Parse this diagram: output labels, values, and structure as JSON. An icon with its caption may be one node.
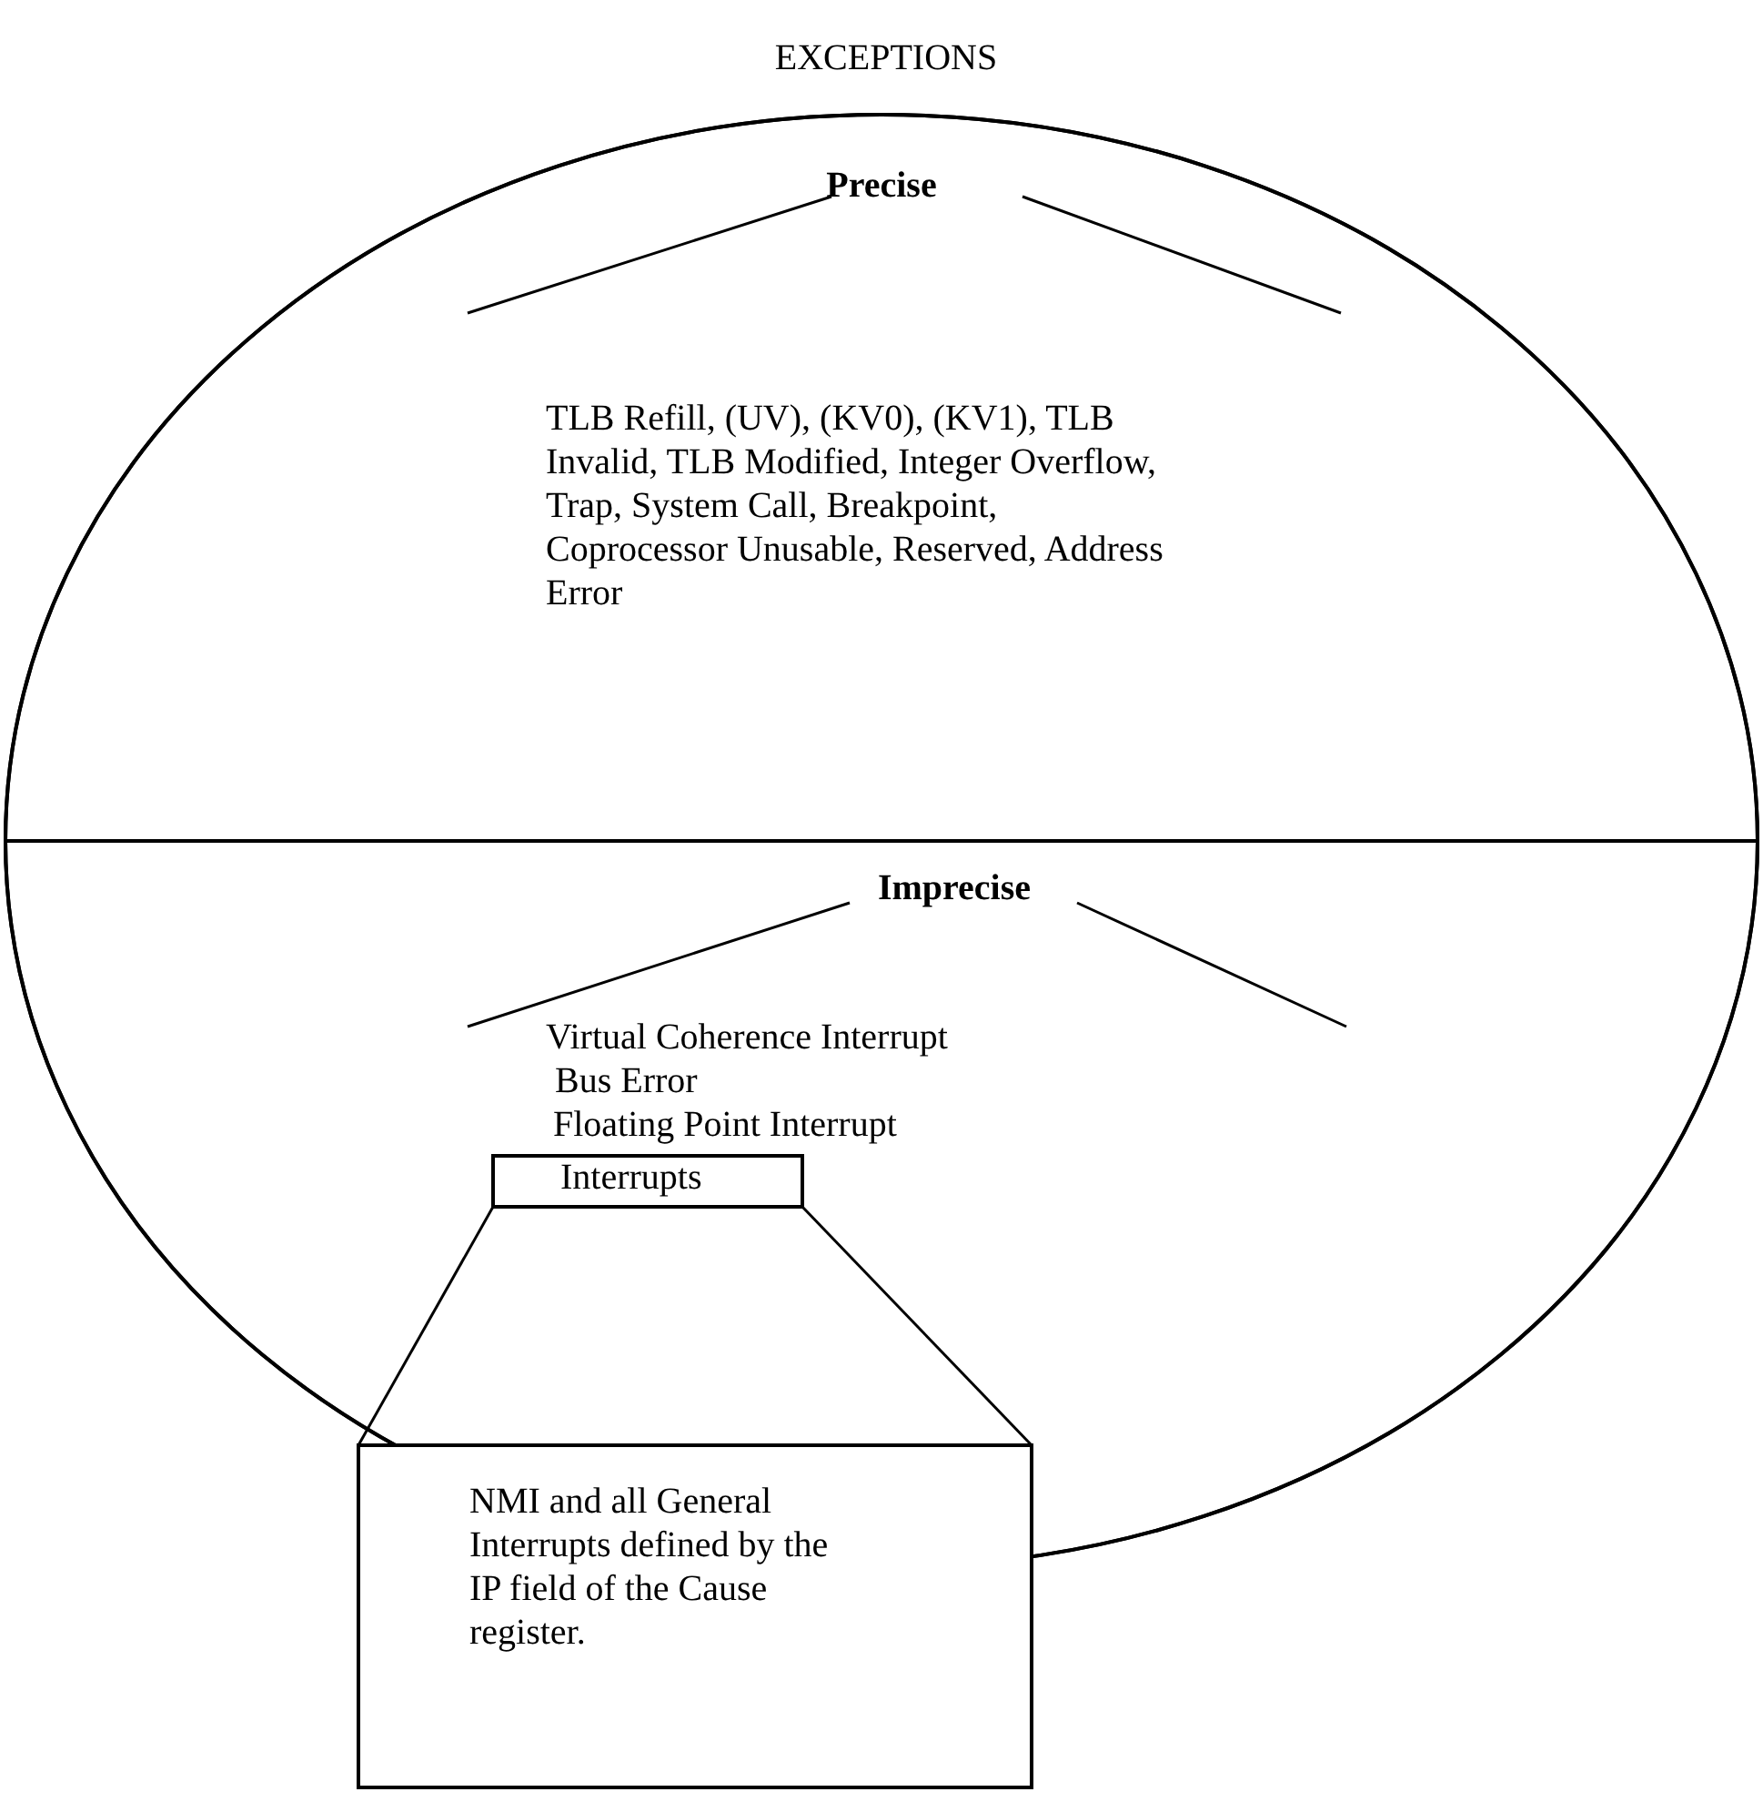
{
  "diagram": {
    "nodes": [
      {
        "text": [
          "EXCEPTIONS"
        ]
      },
      {
        "text": [
          "Precise",
          "TLB Refill, (UV), (KV0), (KV1), TLB Invalid, TLB Modified, Integer Overflow, Trap, System Call, Breakpoint, Coprocessor Unusable, Reserved, Address Error"
        ],
        "in": 0
      },
      {
        "text": [
          "Imprecise",
          "Virtual Coherence Interrupt",
          "Bus Error",
          "Floating Point Interrupt"
        ],
        "in": 0
      },
      {
        "text": [
          "Interrupts"
        ],
        "in": 2
      },
      {
        "text": [
          "NMI and all General Interrupts defined by the IP field of the Cause register."
        ]
      }
    ],
    "edges": [
      {
        "from": 3,
        "to": 4,
        "arrow": "none"
      },
      {
        "from": 3,
        "to": 4,
        "arrow": "none"
      }
    ]
  }
}
